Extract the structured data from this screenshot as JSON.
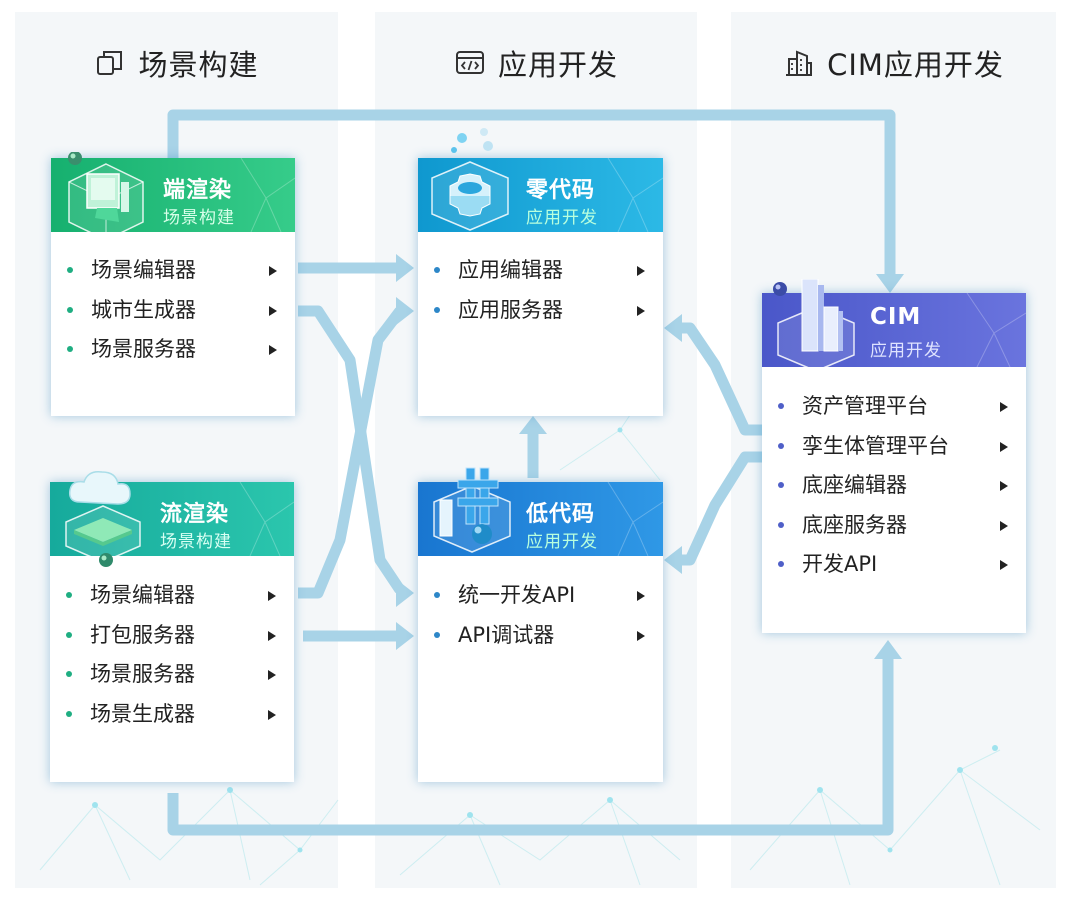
{
  "columns": [
    {
      "title": "场景构建",
      "icon": "window-stack-icon"
    },
    {
      "title": "应用开发",
      "icon": "code-browser-icon"
    },
    {
      "title": "CIM应用开发",
      "icon": "buildings-icon"
    }
  ],
  "cards": {
    "end_render": {
      "title": "端渲染",
      "subtitle": "场景构建",
      "items": [
        "场景编辑器",
        "城市生成器",
        "场景服务器"
      ]
    },
    "stream_render": {
      "title": "流渲染",
      "subtitle": "场景构建",
      "items": [
        "场景编辑器",
        "打包服务器",
        "场景服务器",
        "场景生成器"
      ]
    },
    "zero_code": {
      "title": "零代码",
      "subtitle": "应用开发",
      "items": [
        "应用编辑器",
        "应用服务器"
      ]
    },
    "low_code": {
      "title": "低代码",
      "subtitle": "应用开发",
      "items": [
        "统一开发API",
        "API调试器"
      ]
    },
    "cim": {
      "title": "CIM",
      "subtitle": "应用开发",
      "items": [
        "资产管理平台",
        "孪生体管理平台",
        "底座编辑器",
        "底座服务器",
        "开发API"
      ]
    }
  },
  "colors": {
    "green_header": "#1db987",
    "teal_header": "#1fb3a4",
    "blue_header": "#1aa7d9",
    "deep_blue_header": "#1d7fd8",
    "purple_header": "#4f5ccf",
    "connector": "#a8d3e7"
  }
}
